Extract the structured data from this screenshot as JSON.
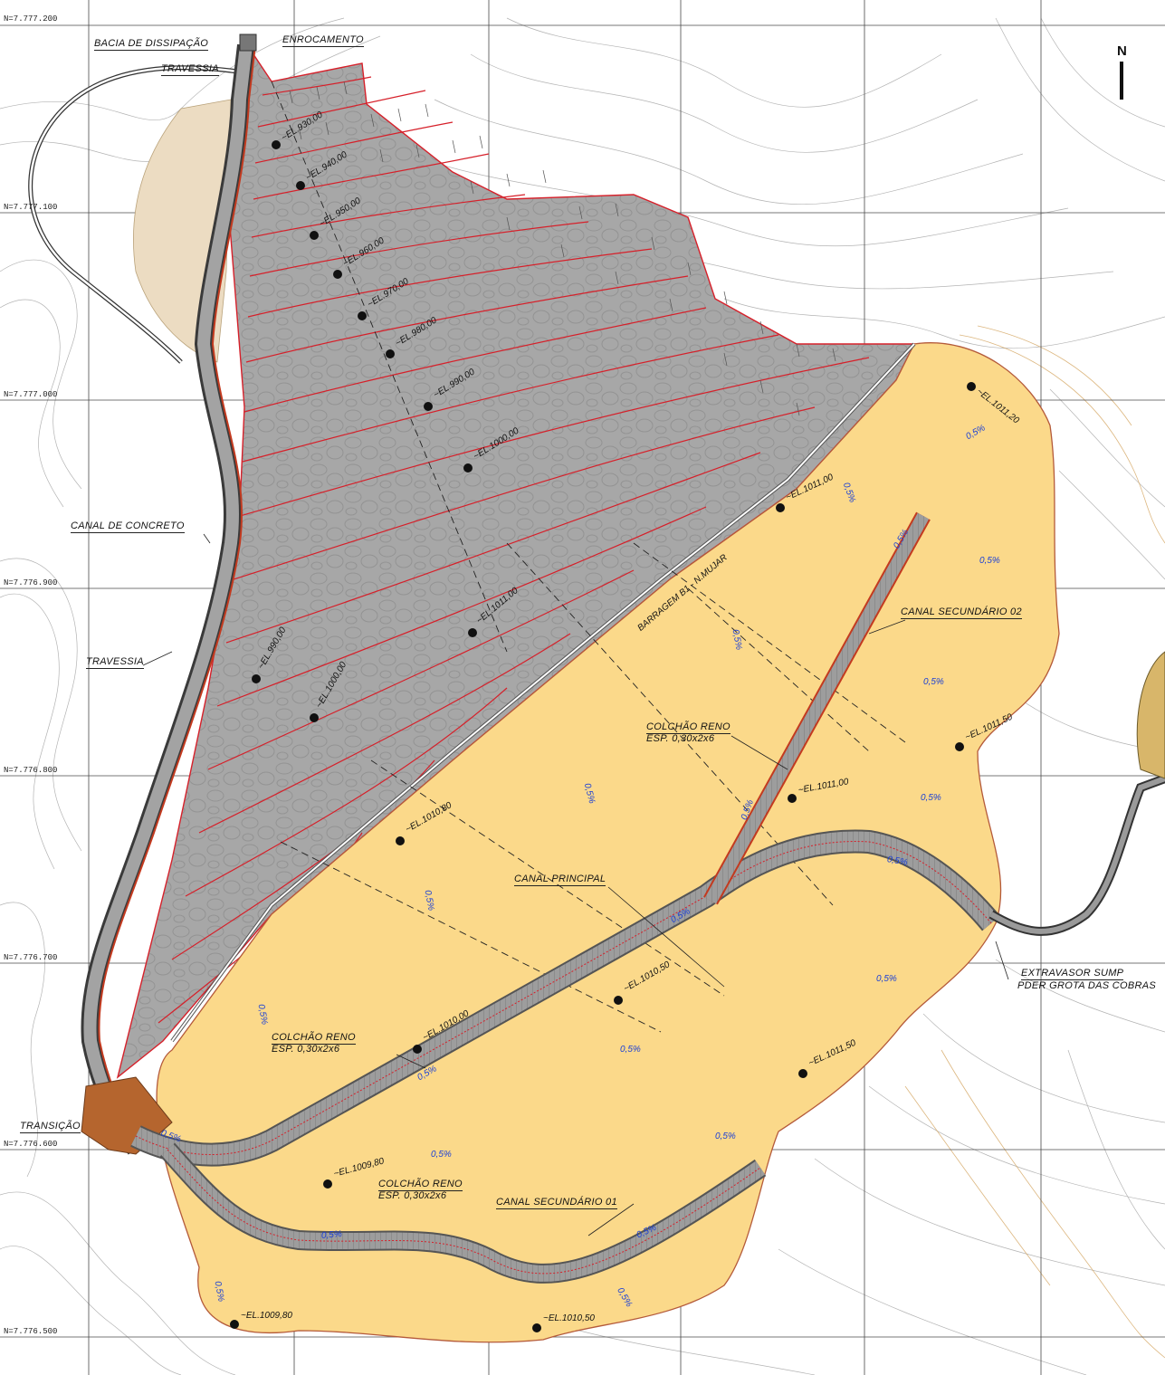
{
  "north_label": "N",
  "labels": {
    "bacia": "BACIA DE DISSIPAÇÃO",
    "enrocamento": "ENROCAMENTO",
    "travessia_top": "TRAVESSIA",
    "canal_concreto": "CANAL DE CONCRETO",
    "travessia_mid": "TRAVESSIA",
    "transicao": "TRANSIÇÃO",
    "canal_sec_02": "CANAL SECUNDÁRIO 02",
    "colchao_1_a": "COLCHÃO RENO",
    "colchao_1_b": "ESP. 0,30x2x6",
    "canal_principal": "CANAL PRINCIPAL",
    "colchao_2_a": "COLCHÃO RENO",
    "colchao_2_b": "ESP. 0,30x2x6",
    "colchao_3_a": "COLCHÃO RENO",
    "colchao_3_b": "ESP. 0,30x2x6",
    "canal_sec_01": "CANAL SECUNDÁRIO 01",
    "extravasor_a": "EXTRAVASOR SUMP",
    "extravasor_b": "PDER GROTA DAS COBRAS"
  },
  "grid_labels": {
    "n1": "N=7.777.200",
    "n2": "N=7.777.100",
    "n3": "N=7.777.000",
    "n4": "N=7.776.900",
    "n5": "N=7.776.800",
    "n6": "N=7.776.700",
    "n7": "N=7.776.600",
    "n8": "N=7.776.500"
  },
  "elevations": {
    "e930": "~EL.930,00",
    "e940": "~EL.940,00",
    "e950": "~EL.950,00",
    "e960": "~EL.960,00",
    "e970": "~EL.970,00",
    "e980": "~EL.980,00",
    "e990": "~EL.990,00",
    "e1000": "~EL.1000,00",
    "e990b": "~EL.990,00",
    "e1000b": "~EL.1000,00",
    "e1011a": "~EL.1011,00",
    "e1011b": "~EL.1011,00",
    "e1011_20": "~EL.1011,20",
    "e1011_50a": "~EL.1011,50",
    "e1011c": "~EL.1011,00",
    "e1010_80": "~EL.1010,80",
    "e1010_50a": "~EL.1010,50",
    "e1010": "~EL.1010,00",
    "e1011_50b": "~EL.1011,50",
    "e1009_80a": "~EL.1009,80",
    "e1009_80b": "~EL.1009,80",
    "e1010_50b": "~EL.1010,50",
    "barragem": "BARRAGEM B1 - N.MUJAR"
  },
  "slopes": {
    "s1": "0,5%",
    "s2": "0,5%",
    "s3": "0,5%",
    "s4": "0,5%",
    "s5": "0,5%",
    "s6": "0,5%",
    "s7": "0,5%",
    "s8": "0,5%",
    "s9": "0,5%",
    "s10": "0,5%",
    "s11": "0,5%",
    "s12": "0,5%",
    "s13": "0,5%",
    "s14": "0,5%",
    "s15": "0,5%",
    "s16": "0,5%",
    "s17": "0,5%",
    "s18": "0,5%",
    "s19": "0,5%",
    "s20": "0,5%",
    "s21": "0,5%",
    "s22": "0,5%",
    "s23": "0,5%"
  },
  "colors": {
    "pond": "#fbd98a",
    "rock": "#a9a9a9",
    "berm_line": "#d6202a",
    "slope_text": "#1a3fd6",
    "contour": "#8a8a8a",
    "concrete": "#8f8f8f",
    "transition": "#b5652e"
  }
}
